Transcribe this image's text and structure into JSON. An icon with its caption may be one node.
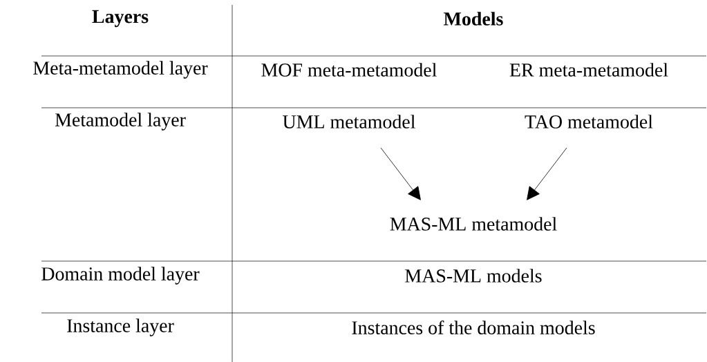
{
  "diagram": {
    "nodes": [
      {
        "text": [
          "UML metamodel"
        ]
      },
      {
        "text": [
          "TAO metamodel"
        ]
      },
      {
        "text": [
          "MAS-ML metamodel"
        ]
      }
    ],
    "edges": [
      {
        "from": 0,
        "to": 2,
        "arrow": "to"
      },
      {
        "from": 1,
        "to": 2,
        "arrow": "to"
      }
    ],
    "labels": [
      "Layers",
      "Models",
      "Meta-metamodel layer",
      "MOF meta-metamodel",
      "ER meta-metamodel",
      "Metamodel layer",
      "Domain model layer",
      "MAS-ML models",
      "Instance layer",
      "Instances of the domain models"
    ]
  }
}
